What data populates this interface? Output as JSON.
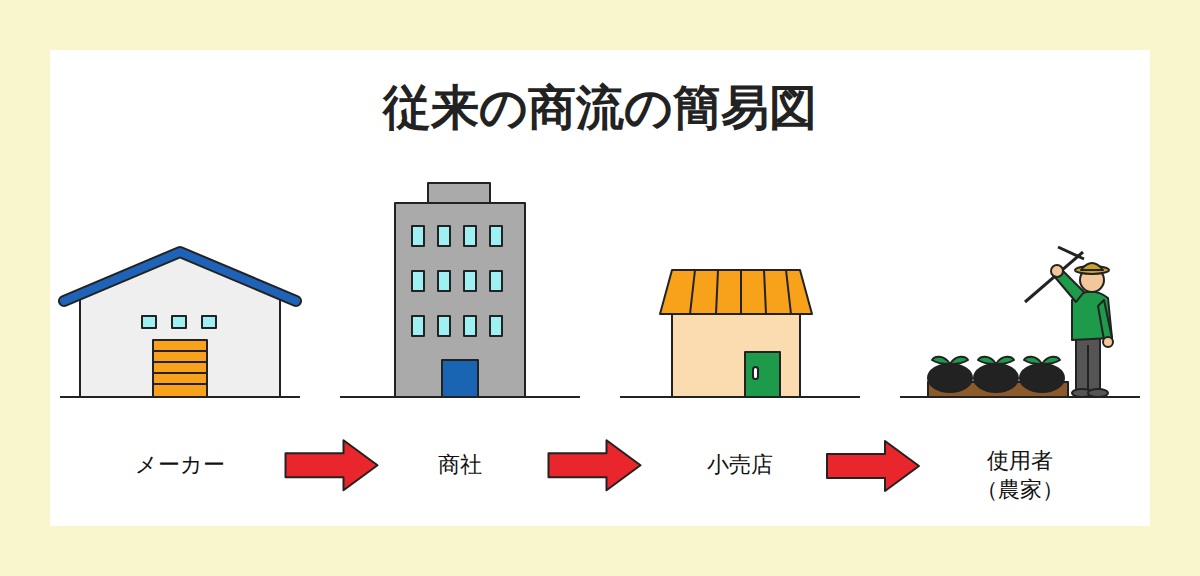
{
  "diagram": {
    "title": "従来の商流の簡易図",
    "nodes": [
      {
        "text": [
          "メーカー"
        ]
      },
      {
        "text": [
          "商社"
        ]
      },
      {
        "text": [
          "小売店"
        ]
      },
      {
        "text": [
          "使用者 （農家）"
        ]
      }
    ],
    "edges": [
      {
        "from": 0,
        "to": 1,
        "arrow": "to"
      },
      {
        "from": 1,
        "to": 2,
        "arrow": "to"
      },
      {
        "from": 2,
        "to": 3,
        "arrow": "to"
      }
    ]
  }
}
